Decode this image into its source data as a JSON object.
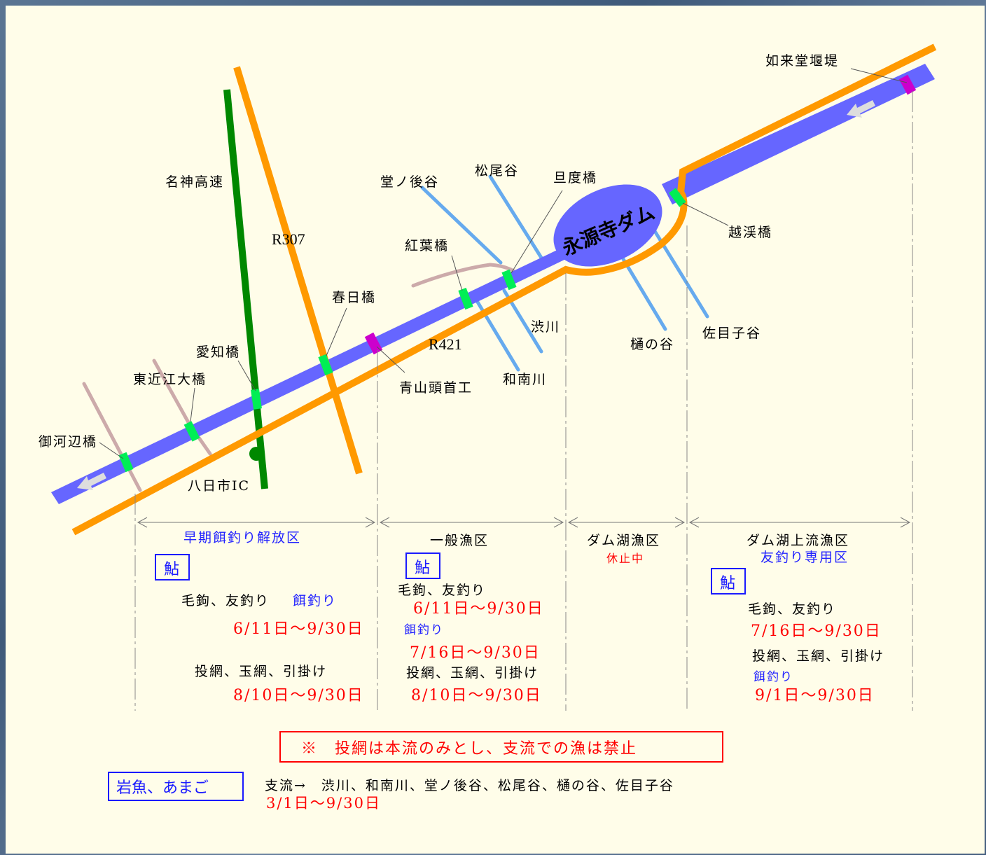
{
  "map_labels": {
    "expressway": "名神高速",
    "r307": "R307",
    "r421": "R421",
    "dam": "永源寺ダム",
    "ic": "八日市IC",
    "mikawabe": "御河辺橋",
    "higashiomi": "東近江大橋",
    "aichi": "愛知橋",
    "kasuga": "春日橋",
    "aoyama": "青山頭首工",
    "koyo": "紅葉橋",
    "donogo": "堂ノ後谷",
    "matsuo": "松尾谷",
    "tando": "旦度橋",
    "shibukawa": "渋川",
    "wanami": "和南川",
    "toi": "樋の谷",
    "samego": "佐目子谷",
    "etsukei": "越渓橋",
    "nyoraido": "如来堂堰堤"
  },
  "zones": {
    "z1": {
      "title": "早期餌釣り解放区",
      "fish": "鮎",
      "l1": "毛鉤、友釣り",
      "l1b": "餌釣り",
      "d1": "6/11日～9/30日",
      "l2": "投網、玉網、引掛け",
      "d2": "8/10日～9/30日"
    },
    "z2": {
      "title": "一般漁区",
      "fish": "鮎",
      "l1": "毛鉤、友釣り",
      "d1": "6/11日～9/30日",
      "l2": "餌釣り",
      "d2": "7/16日～9/30日",
      "l3": "投網、玉網、引掛け",
      "d3": "8/10日～9/30日"
    },
    "z3": {
      "title": "ダム湖漁区",
      "status": "休止中"
    },
    "z4": {
      "title": "ダム湖上流漁区",
      "subtitle": "友釣り専用区",
      "fish": "鮎",
      "l1": "毛鉤、友釣り",
      "d1": "7/16日～9/30日",
      "l2": "投網、玉網、引掛け",
      "l3": "餌釣り",
      "d3": "9/1日～9/30日"
    }
  },
  "notice": "※　投網は本流のみとし、支流での漁は禁止",
  "iwana": {
    "label": "岩魚、あまご",
    "streams": "支流→　渋川、和南川、堂ノ後谷、松尾谷、樋の谷、佐目子谷",
    "date": "3/1日～9/30日"
  },
  "colors": {
    "river": "#6666ff",
    "road": "#ff9900",
    "expressway": "#008800",
    "stream": "#66aaee",
    "minor_road": "#ccaaaa",
    "bridge": "#00ee55",
    "weir": "#cc00cc",
    "red_text": "#ff0000",
    "blue_text": "#2222ff"
  }
}
